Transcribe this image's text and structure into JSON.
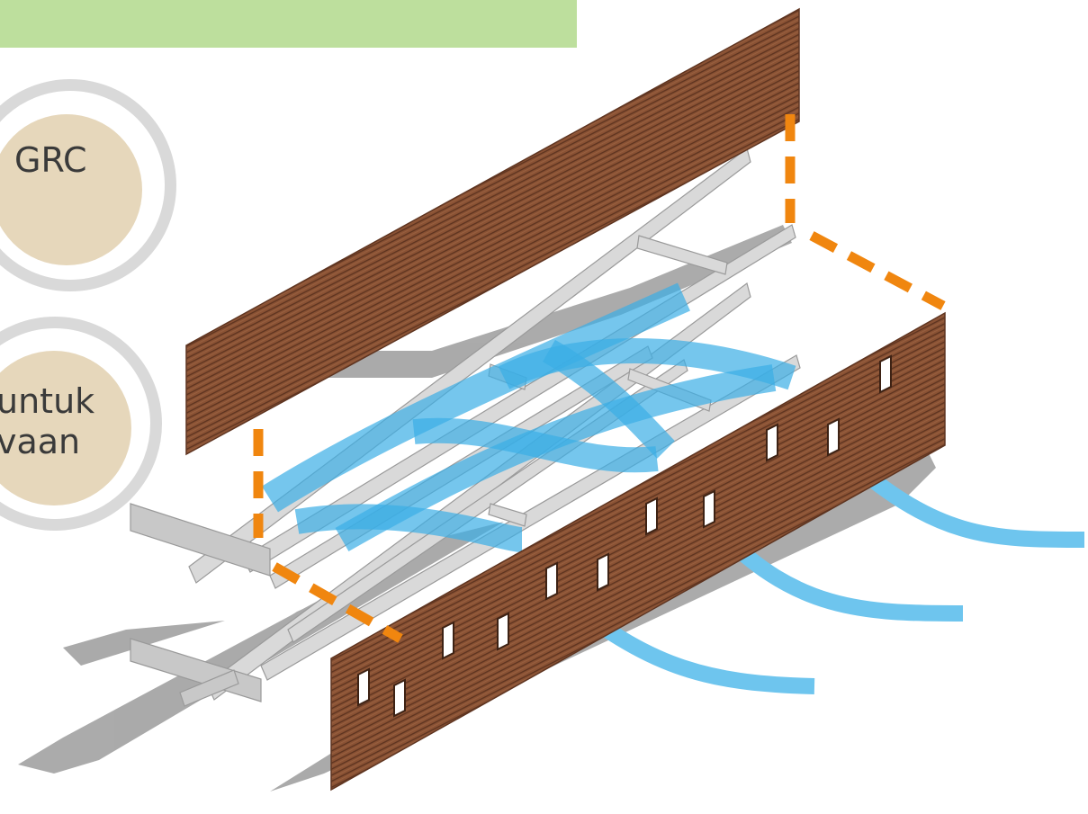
{
  "labels": {
    "top_circle": "GRC",
    "bottom_circle_line1": "untuk",
    "bottom_circle_line2": "vaan"
  },
  "colors": {
    "banner": "#bddf9d",
    "circle_ring": "#d9d9d9",
    "circle_fill": "#e6d7bb",
    "wood": "#8a5234",
    "wood_line": "#5e3420",
    "steel": "#d7d7d7",
    "shadow": "#9a9a9a",
    "airflow": "#49b3e6",
    "dashed_guide": "#f0860f"
  }
}
